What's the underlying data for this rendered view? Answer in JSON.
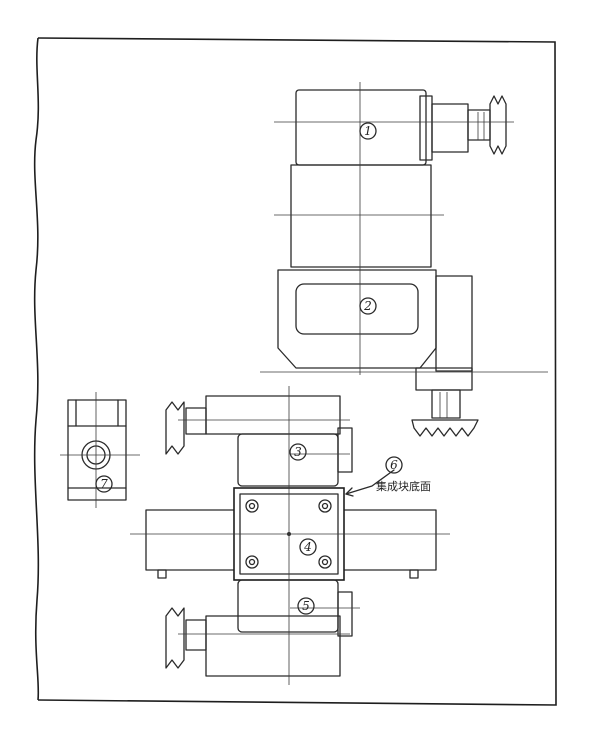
{
  "labels": {
    "part1": "1",
    "part2": "2",
    "part3": "3",
    "part4": "4",
    "part5": "5",
    "part6": "6",
    "part7": "7"
  },
  "annotation": {
    "text": "集成块底面"
  },
  "colors": {
    "line": "#2a2a2a",
    "paper": "#ffffff"
  }
}
